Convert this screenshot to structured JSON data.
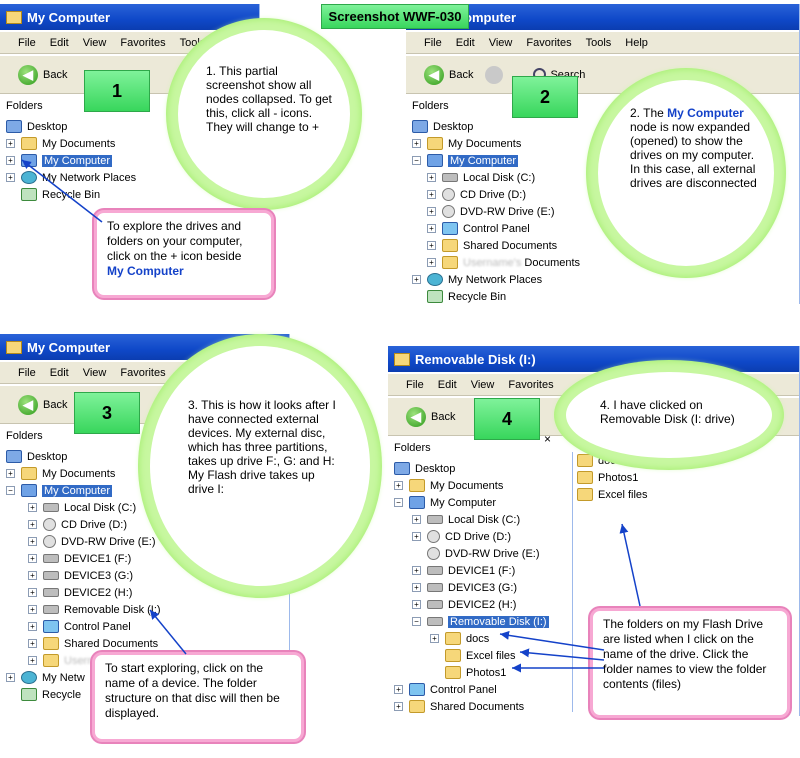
{
  "banner": "Screenshot WWF-030",
  "menu": {
    "file": "File",
    "edit": "Edit",
    "view": "View",
    "favorites": "Favorites",
    "tools": "Tools",
    "help": "Help"
  },
  "toolbar": {
    "back": "Back",
    "search": "Search"
  },
  "folders_label": "Folders",
  "panel1": {
    "title": "My Computer",
    "number": "1",
    "tree": [
      "Desktop",
      "My Documents",
      "My Computer",
      "My Network Places",
      "Recycle Bin"
    ],
    "cloud": "1. This partial screenshot show all nodes collapsed. To get this, click all - icons. They will change to +",
    "callout_text": "To explore the drives and folders on your computer, click on the + icon beside",
    "callout_bold": "My Computer"
  },
  "panel2": {
    "title": "My Computer",
    "number": "2",
    "tree": [
      "Desktop",
      "My Documents",
      "My Computer",
      "Local Disk (C:)",
      "CD Drive (D:)",
      "DVD-RW Drive (E:)",
      "Control Panel",
      "Shared Documents",
      "Documents",
      "My Network Places",
      "Recycle Bin"
    ],
    "blurred_prefix": "Username's",
    "cloud_pre": "2. The",
    "cloud_bold": "My Computer",
    "cloud_post": "node is now expanded (opened) to show the drives on my computer. In this case, all external drives are disconnected"
  },
  "panel3": {
    "title": "My Computer",
    "number": "3",
    "tree": [
      "Desktop",
      "My Documents",
      "My Computer",
      "Local Disk (C:)",
      "CD Drive (D:)",
      "DVD-RW Drive (E:)",
      "DEVICE1 (F:)",
      "DEVICE3 (G:)",
      "DEVICE2 (H:)",
      "Removable Disk (I:)",
      "Control Panel",
      "Shared Documents",
      "My Network Places",
      "Recycle Bin"
    ],
    "tree_clipped": [
      "My Netw",
      "Recycle"
    ],
    "cloud": "3. This is how it looks after I have connected external devices. My external disc, which has three partitions, takes up drive F:, G: and H: My Flash drive takes up drive I:",
    "callout": "To start exploring, click on the name of a device. The folder structure on that disc will then be displayed."
  },
  "panel4": {
    "title": "Removable Disk (I:)",
    "number": "4",
    "close": "×",
    "tree": [
      "Desktop",
      "My Documents",
      "My Computer",
      "Local Disk (C:)",
      "CD Drive (D:)",
      "DVD-RW Drive (E:)",
      "DEVICE1 (F:)",
      "DEVICE3 (G:)",
      "DEVICE2 (H:)",
      "Removable Disk (I:)",
      "docs",
      "Excel files",
      "Photos1",
      "Control Panel",
      "Shared Documents"
    ],
    "files": [
      "docs",
      "Photos1",
      "Excel files"
    ],
    "cloud": "4. I have clicked on Removable Disk (I: drive)",
    "callout": "The folders on my Flash Drive are listed when I click on the name of the drive. Click the folder names to view the folder contents (files)"
  }
}
